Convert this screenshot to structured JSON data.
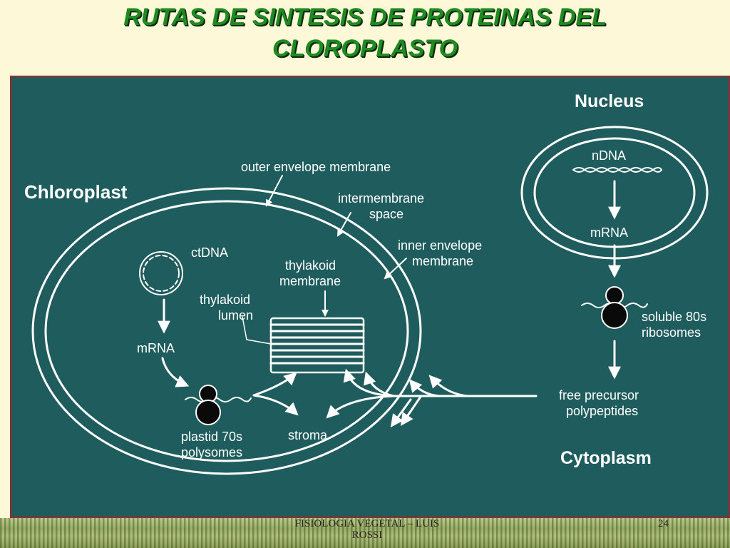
{
  "title": {
    "line1": "RUTAS DE SINTESIS DE PROTEINAS  DEL",
    "line2": "CLOROPLASTO"
  },
  "diagram": {
    "chloroplast": "Chloroplast",
    "nucleus": "Nucleus",
    "cytoplasm": "Cytoplasm",
    "outer_envelope": "outer envelope membrane",
    "intermembrane_1": "intermembrane",
    "intermembrane_2": "space",
    "inner_envelope_1": "inner envelope",
    "inner_envelope_2": "membrane",
    "thylakoid_membrane_1": "thylakoid",
    "thylakoid_membrane_2": "membrane",
    "thylakoid_lumen_1": "thylakoid",
    "thylakoid_lumen_2": "lumen",
    "ctdna": "ctDNA",
    "mrna_chloroplast": "mRNA",
    "plastid_1": "plastid 70s",
    "plastid_2": "polysomes",
    "stroma": "stroma",
    "ndna": "nDNA",
    "mrna_nucleus": "mRNA",
    "soluble_1": "soluble 80s",
    "soluble_2": "ribosomes",
    "free_1": "free precursor",
    "free_2": "polypeptides"
  },
  "footer": {
    "text_line1": "FISIOLOGIA VEGETAL – LUIS",
    "text_line2": "ROSSI",
    "page": "24"
  },
  "colors": {
    "title": "#1f8a1f",
    "panel_background": "#1f5c5e",
    "panel_border": "#9a2a2a",
    "diagram_lines": "#ffffff"
  }
}
